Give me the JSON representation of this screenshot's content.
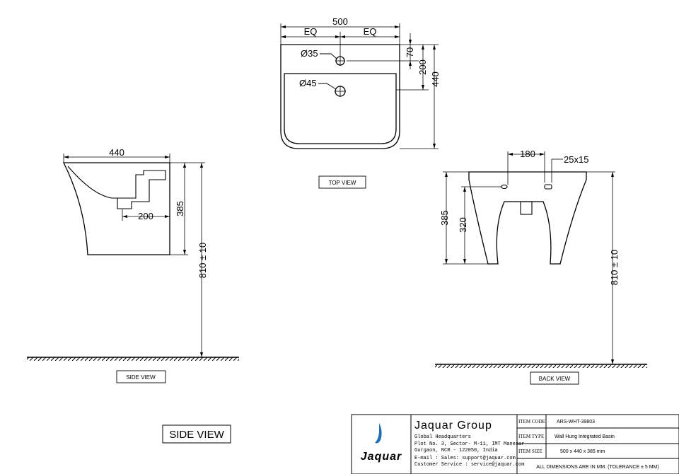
{
  "views": {
    "top": {
      "label": "TOP VIEW",
      "width": "500",
      "eq_left": "EQ",
      "eq_right": "EQ",
      "hole_small": "Ø35",
      "hole_large": "Ø45",
      "dim_70": "70",
      "dim_200": "200",
      "dim_440": "440"
    },
    "side": {
      "label": "SIDE VIEW",
      "depth": "440",
      "dim_200": "200",
      "height": "385",
      "mount": "810 ± 10"
    },
    "back": {
      "label": "BACK VIEW",
      "spacing": "180",
      "slot": "25x15",
      "height": "385",
      "hole_height": "320",
      "mount": "810 ± 10"
    },
    "caption": "SIDE VIEW"
  },
  "title_block": {
    "company": "Jaquar Group",
    "hq": "Global Headquarters",
    "addr1": "Plot No. 3, Sector- M-11, IMT Manesar",
    "addr2": "Gurgaon, NCR - 122050, India",
    "email": "E-mail : Sales: support@jaquar.com",
    "service": "Customer Service : service@jaquar.com",
    "logo_text": "Jaquar",
    "item_code_label": "ITEM CODE",
    "item_code": "ARS-WHT-39803",
    "item_type_label": "ITEM TYPE",
    "item_type": "Wall Hung Integrated Basin",
    "item_size_label": "ITEM SIZE",
    "item_size": "500 x 440 x 385 mm",
    "note": "ALL DIMENSIONS ARE IN MM. (TOLERANCE ± 5 MM)",
    "brand_color": "#1f6fb4"
  }
}
